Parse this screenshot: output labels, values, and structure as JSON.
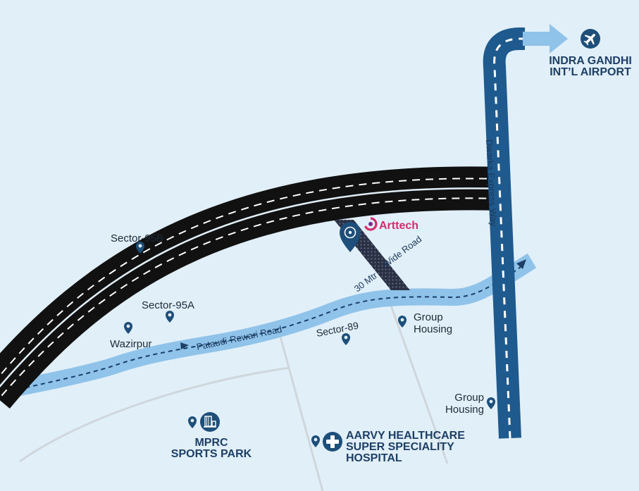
{
  "brand": {
    "name": "Arttech",
    "color": "#d62b6d"
  },
  "roads": {
    "expressway": "Dwarka Express Way",
    "pataudi": "Pataudi-Rewari Road",
    "wide_road_1": "30 Mtr",
    "wide_road_2": "Wide Road"
  },
  "places": {
    "sector_95b": "Sector-95B",
    "sector_95a": "Sector-95A",
    "wazirpur": "Wazirpur",
    "sector_89": "Sector-89",
    "group_housing_1_line1": "Group",
    "group_housing_1_line2": "Housing",
    "group_housing_2_line1": "Group",
    "group_housing_2_line2": "Housing"
  },
  "pois": {
    "airport_line1": "INDRA GANDHI",
    "airport_line2": "INT’L AIRPORT",
    "sports_line1": "MPRC",
    "sports_line2": "SPORTS PARK",
    "hospital_line1": "AARVY HEALTHCARE",
    "hospital_line2": "SUPER SPECIALITY",
    "hospital_line3": "HOSPITAL"
  },
  "icons": [
    "airplane-icon",
    "hospital-cross-icon",
    "sports-building-icon",
    "location-pin-icon",
    "arrow-right-icon"
  ],
  "colors": {
    "background": "#e1eff9",
    "expressway": "#1f5a8e",
    "pataudi_road": "#8fc3ea",
    "highway": "#111111",
    "pin": "#1d4f7a"
  }
}
